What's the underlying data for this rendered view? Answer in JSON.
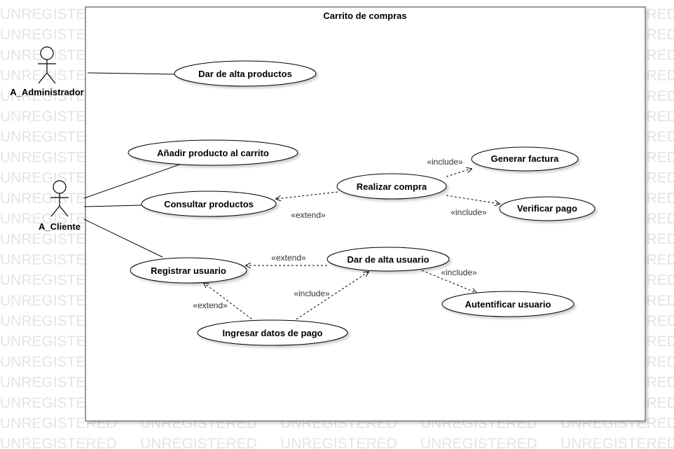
{
  "watermark": "UNREGISTERED",
  "system": {
    "title": "Carrito de compras"
  },
  "actors": {
    "admin": "A_Administrador",
    "client": "A_Cliente"
  },
  "use_cases": {
    "alta_productos": "Dar de alta productos",
    "anadir_carrito": "Añadir producto al carrito",
    "consultar_productos": "Consultar productos",
    "realizar_compra": "Realizar compra",
    "generar_factura": "Generar factura",
    "verificar_pago": "Verificar pago",
    "registrar_usuario": "Registrar usuario",
    "alta_usuario": "Dar de alta usuario",
    "autentificar_usuario": "Autentificar usuario",
    "ingresar_pago": "Ingresar datos de pago"
  },
  "relations": {
    "compra_consultar": "«extend»",
    "compra_factura": "«include»",
    "compra_verificar": "«include»",
    "alta_registrar": "«extend»",
    "alta_autentificar": "«include»",
    "pago_registrar": "«extend»",
    "pago_alta": "«include»"
  }
}
